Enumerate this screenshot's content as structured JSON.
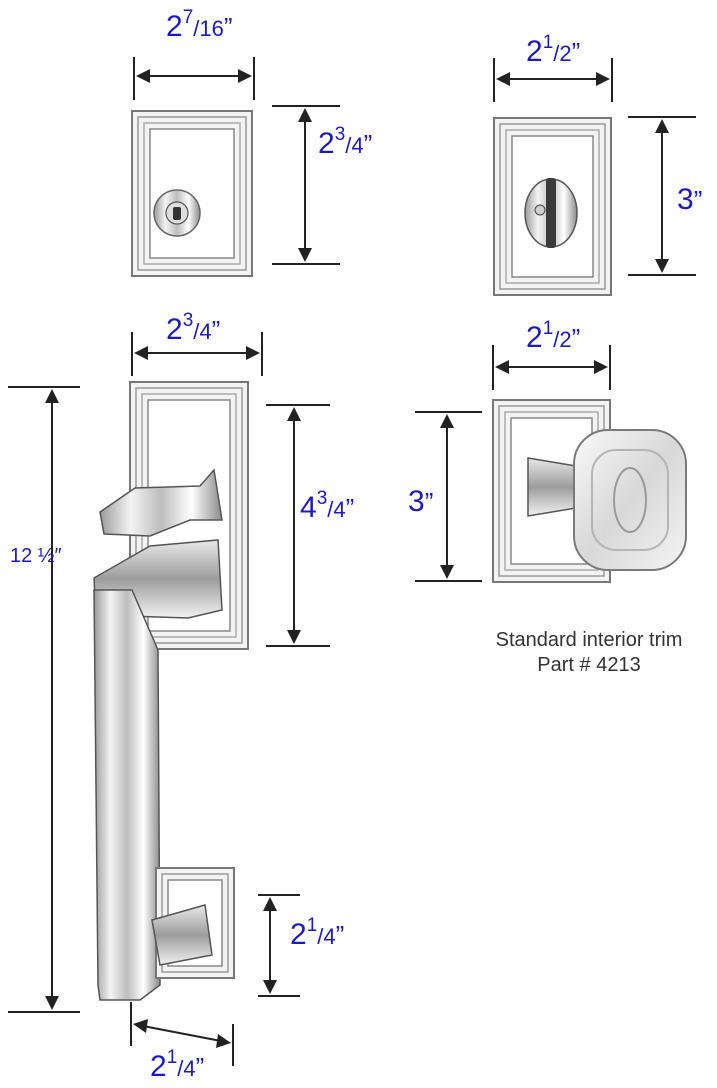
{
  "dimensions": {
    "deadbolt_width": {
      "whole": "2",
      "num": "7",
      "slash": "/",
      "den": "16",
      "mark": "”"
    },
    "deadbolt_height": {
      "whole": "2",
      "num": "3",
      "slash": "/",
      "den": "4",
      "mark": "”"
    },
    "thumbturn_width": {
      "whole": "2",
      "num": "1",
      "slash": "/",
      "den": "2",
      "mark": "”"
    },
    "thumbturn_height": {
      "whole": "3",
      "mark": "”"
    },
    "handle_plate_width": {
      "whole": "2",
      "num": "3",
      "slash": "/",
      "den": "4",
      "mark": "”"
    },
    "handle_plate_height": {
      "whole": "4",
      "num": "3",
      "slash": "/",
      "den": "4",
      "mark": "”"
    },
    "handle_total_height": {
      "text": "12 ½″"
    },
    "knob_width": {
      "whole": "2",
      "num": "1",
      "slash": "/",
      "den": "2",
      "mark": "”"
    },
    "knob_height": {
      "whole": "3",
      "mark": "”"
    },
    "bottom_plate_height": {
      "whole": "2",
      "num": "1",
      "slash": "/",
      "den": "4",
      "mark": "”"
    },
    "bottom_depth": {
      "whole": "2",
      "num": "1",
      "slash": "/",
      "den": "4",
      "mark": "”"
    }
  },
  "caption": {
    "line1": "Standard interior trim",
    "line2": "Part # 4213"
  }
}
